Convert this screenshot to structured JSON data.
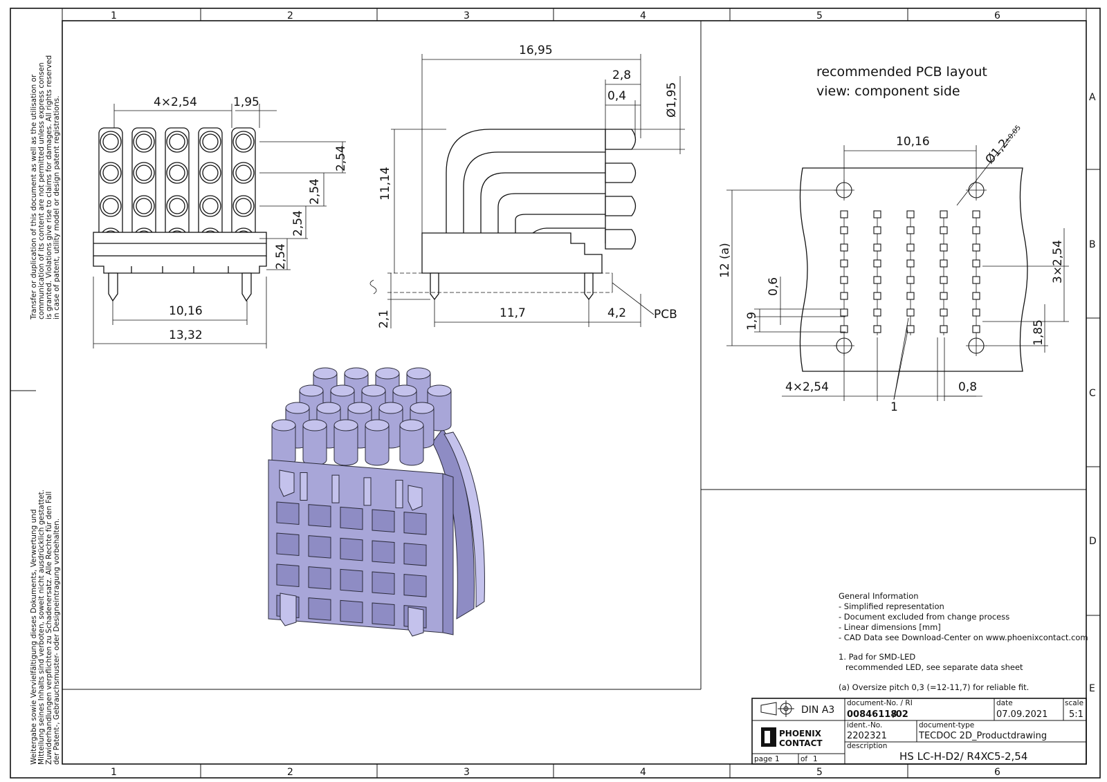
{
  "sheet": {
    "col_labels": [
      "1",
      "2",
      "3",
      "4",
      "5",
      "6"
    ],
    "row_labels": [
      "A",
      "B",
      "C",
      "D",
      "E"
    ]
  },
  "side_notes": {
    "english": [
      "Transfer or duplication of this document as well as the utilisation or",
      "communication of its content are not permitted unless express consen",
      "is granted. Violations give rise to claims for damages. All rights reserved",
      "in case of patent, utility model or design patent registrations."
    ],
    "german": [
      "Weitergabe sowie Vervielfältigung dieses Dokuments, Verwertung und",
      "Mitteilung seines Inhalts sind verboten, soweit nicht ausdrücklich gestattet.",
      "Zuwiderhandlungen verpflichten zu Schadenersatz. Alle Rechte für den Fall",
      "der Patent-, Gebrauchsmuster- oder Designeintragung vorbehalten."
    ]
  },
  "front_view": {
    "dims": {
      "pitch": "4×2,54",
      "dia": "1,95",
      "v1": "2,54",
      "v2": "2,54",
      "v3": "2,54",
      "v4": "2,54",
      "pin_span": "10,16",
      "width": "13,32"
    }
  },
  "side_view": {
    "dims": {
      "length": "16,95",
      "d28": "2,8",
      "d04": "0,4",
      "dia": "Ø1,95",
      "height": "11,14",
      "pcb_depth": "2,1",
      "pin_dist": "11,7",
      "pin_off": "4,2"
    },
    "pcb_label": "PCB"
  },
  "pcb_layout": {
    "title_line1": "recommended PCB layout",
    "title_line2": "view: component side",
    "dims": {
      "hole_span": "10,16",
      "hole_dia": "Ø1,2",
      "hole_tol": "±0,05",
      "height": "12 (a)",
      "d06": "0,6",
      "d19": "1,9",
      "vpitch": "3×2,54",
      "d185": "1,85",
      "hpitch": "4×2,54",
      "d08": "0,8"
    },
    "callout": "1"
  },
  "notes": {
    "heading": "General Information",
    "items": [
      "- Simplified representation",
      "- Document excluded from change process",
      "- Linear dimensions [mm]",
      "- CAD Data see Download-Center on www.phoenixcontact.com"
    ],
    "pad_note_1": "1. Pad for SMD-LED",
    "pad_note_2": "recommended LED, see separate data sheet",
    "oversize": "(a) Oversize pitch 0,3 (=12-11,7) for reliable fit."
  },
  "title_block": {
    "format": "DIN A3",
    "doc_no_label": "document-No. / RI",
    "doc_no": "00846118",
    "rev": "/02",
    "date_label": "date",
    "date": "07.09.2021",
    "scale_label": "scale",
    "scale": "5:1",
    "ident_label": "ident.-No.",
    "ident": "2202321",
    "doctype_label": "document-type",
    "doctype": "TECDOC 2D_Productdrawing",
    "desc_label": "description",
    "desc": "HS LC-H-D2/ R4XC5-2,54",
    "page_label": "page",
    "page": "1",
    "of_label": "of",
    "of": "1",
    "logo_line1": "PHOENIX",
    "logo_line2": "CONTACT"
  },
  "colors": {
    "iso_fill": "#a8a6d8",
    "line": "#111111"
  }
}
